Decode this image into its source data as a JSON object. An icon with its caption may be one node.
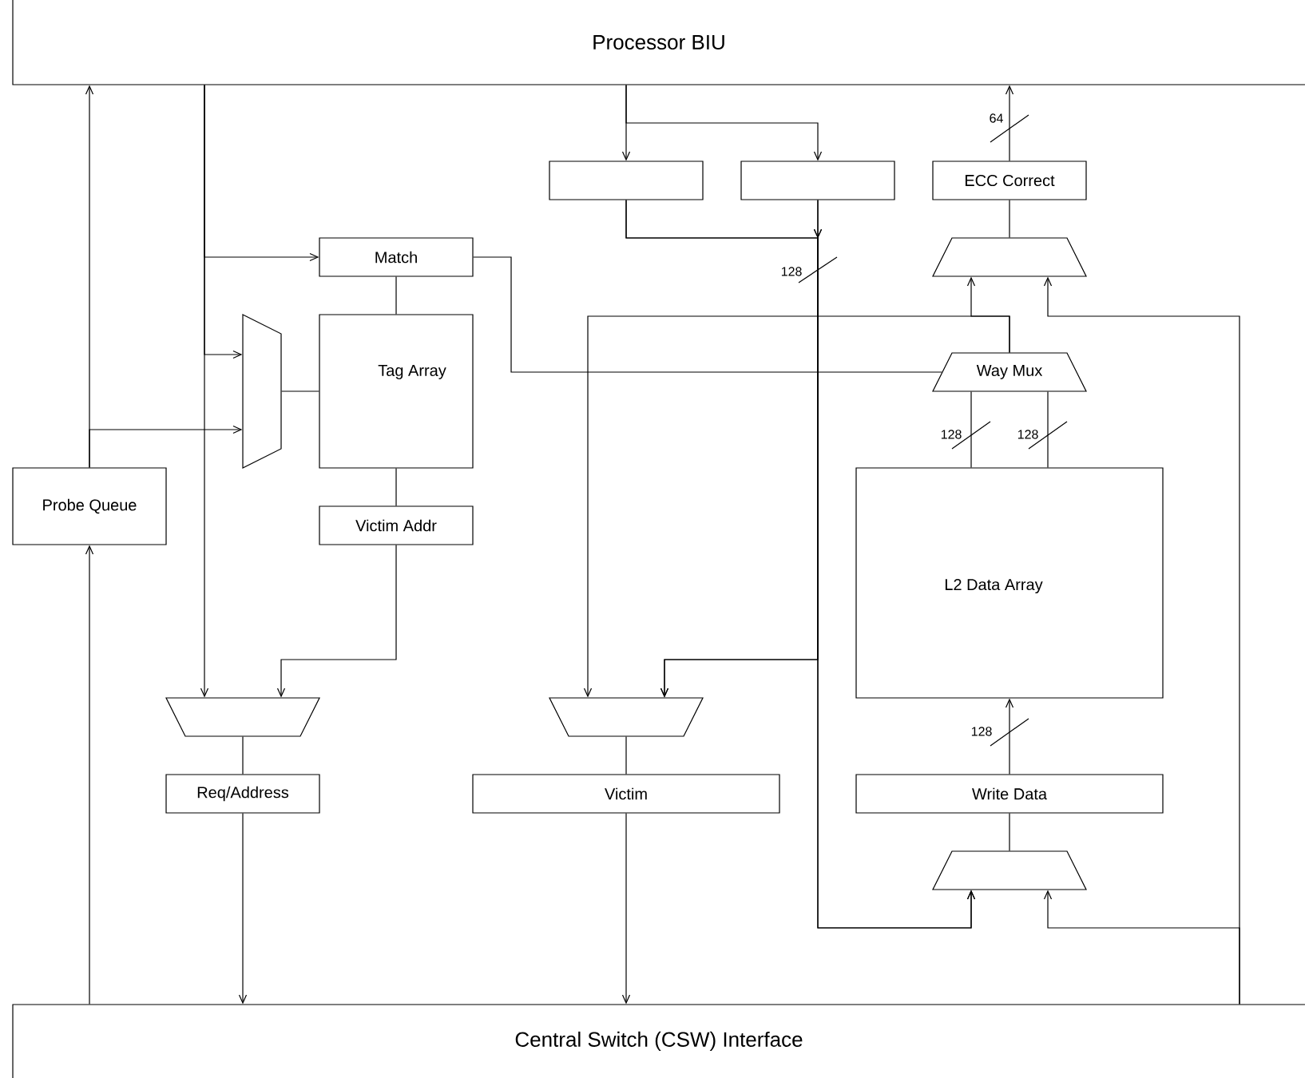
{
  "diagram": {
    "nodes": [
      {
        "text": [
          "Processor BIU"
        ]
      },
      {
        "text": [
          "Central Switch (CSW) Interface"
        ]
      },
      {
        "text": [
          "Probe Queue"
        ]
      },
      {
        "text": [
          "Match"
        ]
      },
      {
        "text": [
          "Tag Array"
        ]
      },
      {
        "text": [],
        "shape": "trapezoid"
      },
      {
        "text": [
          "Victim Addr"
        ]
      },
      {
        "text": [],
        "shape": "box"
      },
      {
        "text": [],
        "shape": "box"
      },
      {
        "text": [
          "ECC Correct"
        ]
      },
      {
        "text": [],
        "shape": "trapezoid"
      },
      {
        "text": [
          "Way Mux"
        ]
      },
      {
        "text": [
          "L2 Data Array"
        ]
      },
      {
        "text": [],
        "shape": "trapezoid"
      },
      {
        "text": [
          "Req/Address"
        ]
      },
      {
        "text": [],
        "shape": "trapezoid"
      },
      {
        "text": [
          "Victim"
        ]
      },
      {
        "text": [
          "Write Data"
        ]
      },
      {
        "text": [],
        "shape": "trapezoid"
      }
    ],
    "edges": [
      {
        "from": 2,
        "to": 0,
        "arrow": "to"
      },
      {
        "from": 1,
        "to": 2,
        "arrow": "to"
      },
      {
        "from": 2,
        "to": 5,
        "arrow": "to"
      },
      {
        "from": 0,
        "to": 3,
        "arrow": "to"
      },
      {
        "from": 0,
        "to": 5,
        "arrow": "to"
      },
      {
        "from": 0,
        "to": 13,
        "arrow": "to"
      },
      {
        "from": 5,
        "to": 4,
        "arrow": "none"
      },
      {
        "from": 3,
        "to": 4,
        "arrow": "none"
      },
      {
        "from": 3,
        "to": 11,
        "arrow": "none"
      },
      {
        "from": 4,
        "to": 6,
        "arrow": "none"
      },
      {
        "from": 6,
        "to": 13,
        "arrow": "to"
      },
      {
        "from": 13,
        "to": 14,
        "arrow": "none"
      },
      {
        "from": 14,
        "to": 1,
        "arrow": "to"
      },
      {
        "from": 0,
        "to": 7,
        "arrow": "to"
      },
      {
        "from": 0,
        "to": 8,
        "arrow": "to"
      },
      {
        "from": 7,
        "to": 18,
        "arrow": "to"
      },
      {
        "from": 7,
        "to": 15,
        "arrow": "to"
      },
      {
        "from": 8,
        "to": 18,
        "arrow": "to",
        "label": "128"
      },
      {
        "from": 8,
        "to": 15,
        "arrow": "to"
      },
      {
        "from": 9,
        "to": 0,
        "arrow": "to",
        "label": "64"
      },
      {
        "from": 10,
        "to": 9,
        "arrow": "none"
      },
      {
        "from": 11,
        "to": 10,
        "arrow": "to"
      },
      {
        "from": 11,
        "to": 15,
        "arrow": "to"
      },
      {
        "from": 1,
        "to": 10,
        "arrow": "to"
      },
      {
        "from": 1,
        "to": 18,
        "arrow": "to"
      },
      {
        "from": 12,
        "to": 11,
        "arrow": "none",
        "label": "128"
      },
      {
        "from": 12,
        "to": 11,
        "arrow": "none",
        "label": "128"
      },
      {
        "from": 17,
        "to": 12,
        "arrow": "to",
        "label": "128"
      },
      {
        "from": 18,
        "to": 17,
        "arrow": "none"
      },
      {
        "from": 15,
        "to": 16,
        "arrow": "none"
      },
      {
        "from": 16,
        "to": 1,
        "arrow": "to"
      }
    ]
  }
}
